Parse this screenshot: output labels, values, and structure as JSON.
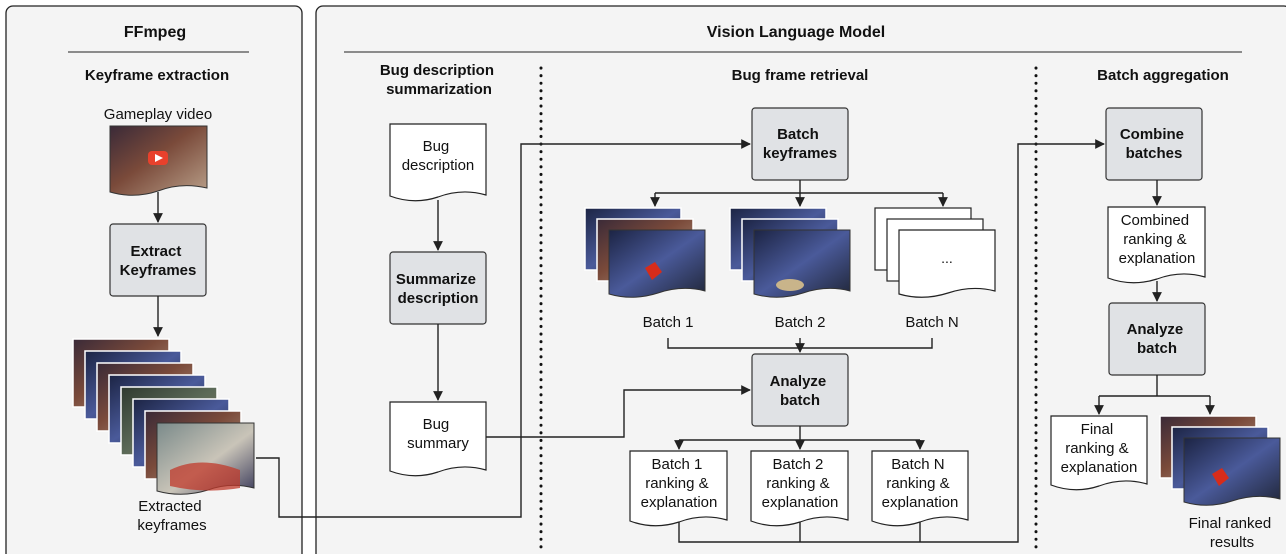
{
  "ffmpeg_panel": {
    "title": "FFmpeg",
    "section": "Keyframe extraction",
    "video_label": "Gameplay video",
    "extract_box": [
      "Extract",
      "Keyframes"
    ],
    "extracted_label": [
      "Extracted",
      "keyframes"
    ]
  },
  "vlm_panel": {
    "title": "Vision Language Model",
    "sections": {
      "summarization": [
        "Bug description",
        "summarization"
      ],
      "retrieval": "Bug frame retrieval",
      "aggregation": "Batch aggregation"
    },
    "bug_description_doc": [
      "Bug",
      "description"
    ],
    "summarize_box": [
      "Summarize",
      "description"
    ],
    "bug_summary_doc": [
      "Bug",
      "summary"
    ],
    "batch_keyframes_box": [
      "Batch",
      "keyframes"
    ],
    "batches": [
      "Batch 1",
      "Batch 2",
      "Batch N"
    ],
    "batch_n_ellipsis": "...",
    "analyze_box": [
      "Analyze",
      "batch"
    ],
    "batch_outputs": [
      [
        "Batch 1",
        "ranking &",
        "explanation"
      ],
      [
        "Batch 2",
        "ranking &",
        "explanation"
      ],
      [
        "Batch N",
        "ranking &",
        "explanation"
      ]
    ],
    "combine_box": [
      "Combine",
      "batches"
    ],
    "combined_doc": [
      "Combined",
      "ranking &",
      "explanation"
    ],
    "analyze_box_2": [
      "Analyze",
      "batch"
    ],
    "final_doc": [
      "Final",
      "ranking &",
      "explanation"
    ],
    "final_results_label": [
      "Final ranked",
      "results"
    ]
  },
  "colors": {
    "panel_fill": "#f4f4f4",
    "process_box": "#e0e2e5",
    "play_button": "#e8412c"
  },
  "icons": {
    "video_thumbnail": "gameplay-video-thumbnail",
    "play": "play-icon",
    "frame_stack": "keyframe-stack"
  }
}
